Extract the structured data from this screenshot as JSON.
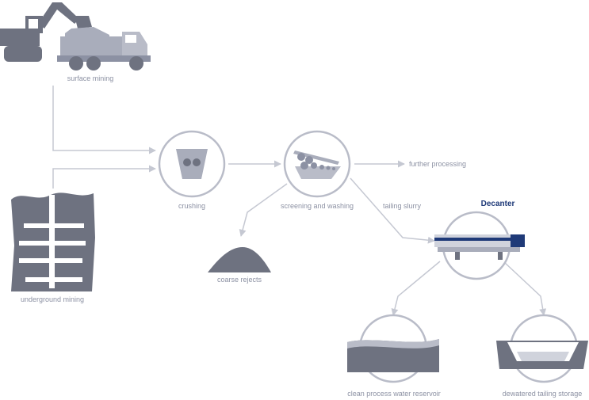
{
  "labels": {
    "surface_mining": "surface mining",
    "underground_mining": "underground mining",
    "crushing": "crushing",
    "screening": "screening and washing",
    "further_processing": "further processing",
    "tailing_slurry": "tailing slurry",
    "coarse_rejects": "coarse rejects",
    "decanter": "Decanter",
    "clean_water": "clean process water reservoir",
    "dewatered": "dewatered tailing storage"
  },
  "colors": {
    "line": "#c5c8d2",
    "equipment": "#6e7280",
    "light_equipment": "#a9adbb",
    "circle": "#b9bcc8",
    "decanter_accent": "#1f3a78",
    "label": "#8c91a3"
  }
}
